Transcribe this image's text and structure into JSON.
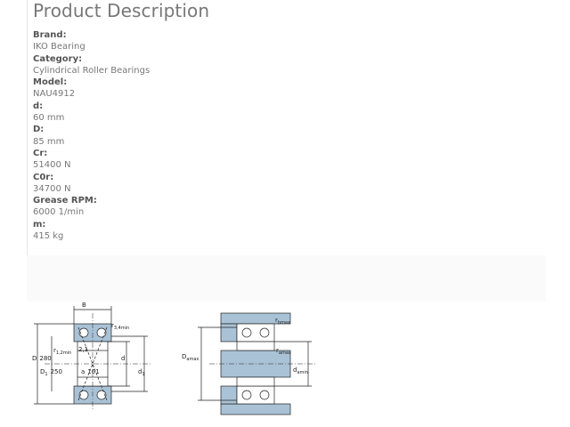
{
  "title": "Product Description",
  "specs": [
    {
      "label": "Brand:",
      "value": "IKO Bearing"
    },
    {
      "label": "Category:",
      "value": "Cylindrical Roller Bearings"
    },
    {
      "label": "Model:",
      "value": "NAU4912"
    },
    {
      "label": "d:",
      "value": "60 mm"
    },
    {
      "label": "D:",
      "value": "85 mm"
    },
    {
      "label": "Cr:",
      "value": "51400 N"
    },
    {
      "label": "C0r:",
      "value": "34700 N"
    },
    {
      "label": "Grease RPM:",
      "value": "6000 1/min"
    },
    {
      "label": "m:",
      "value": "415 kg"
    }
  ],
  "drawing": {
    "left": {
      "B": "B",
      "r34": "r",
      "r34_sub": "3,4min",
      "r12": "r",
      "r12_sub": "1,2min",
      "val21": "2,1",
      "D": "D",
      "D_val": "280",
      "D1": "D",
      "D1_sub": "1",
      "D1_val": "250",
      "a": "a",
      "a_val": "161",
      "d": "d",
      "d1": "d",
      "d1_sub": "1"
    },
    "right": {
      "rbmax": "r",
      "rbmax_sub": "bmax",
      "ramax": "r",
      "ramax_sub": "amax",
      "Damax": "D",
      "Damax_sub": "amax",
      "damin": "d",
      "damin_sub": "amin"
    },
    "colors": {
      "housing": "#a9c2d6",
      "line": "#222222"
    }
  }
}
